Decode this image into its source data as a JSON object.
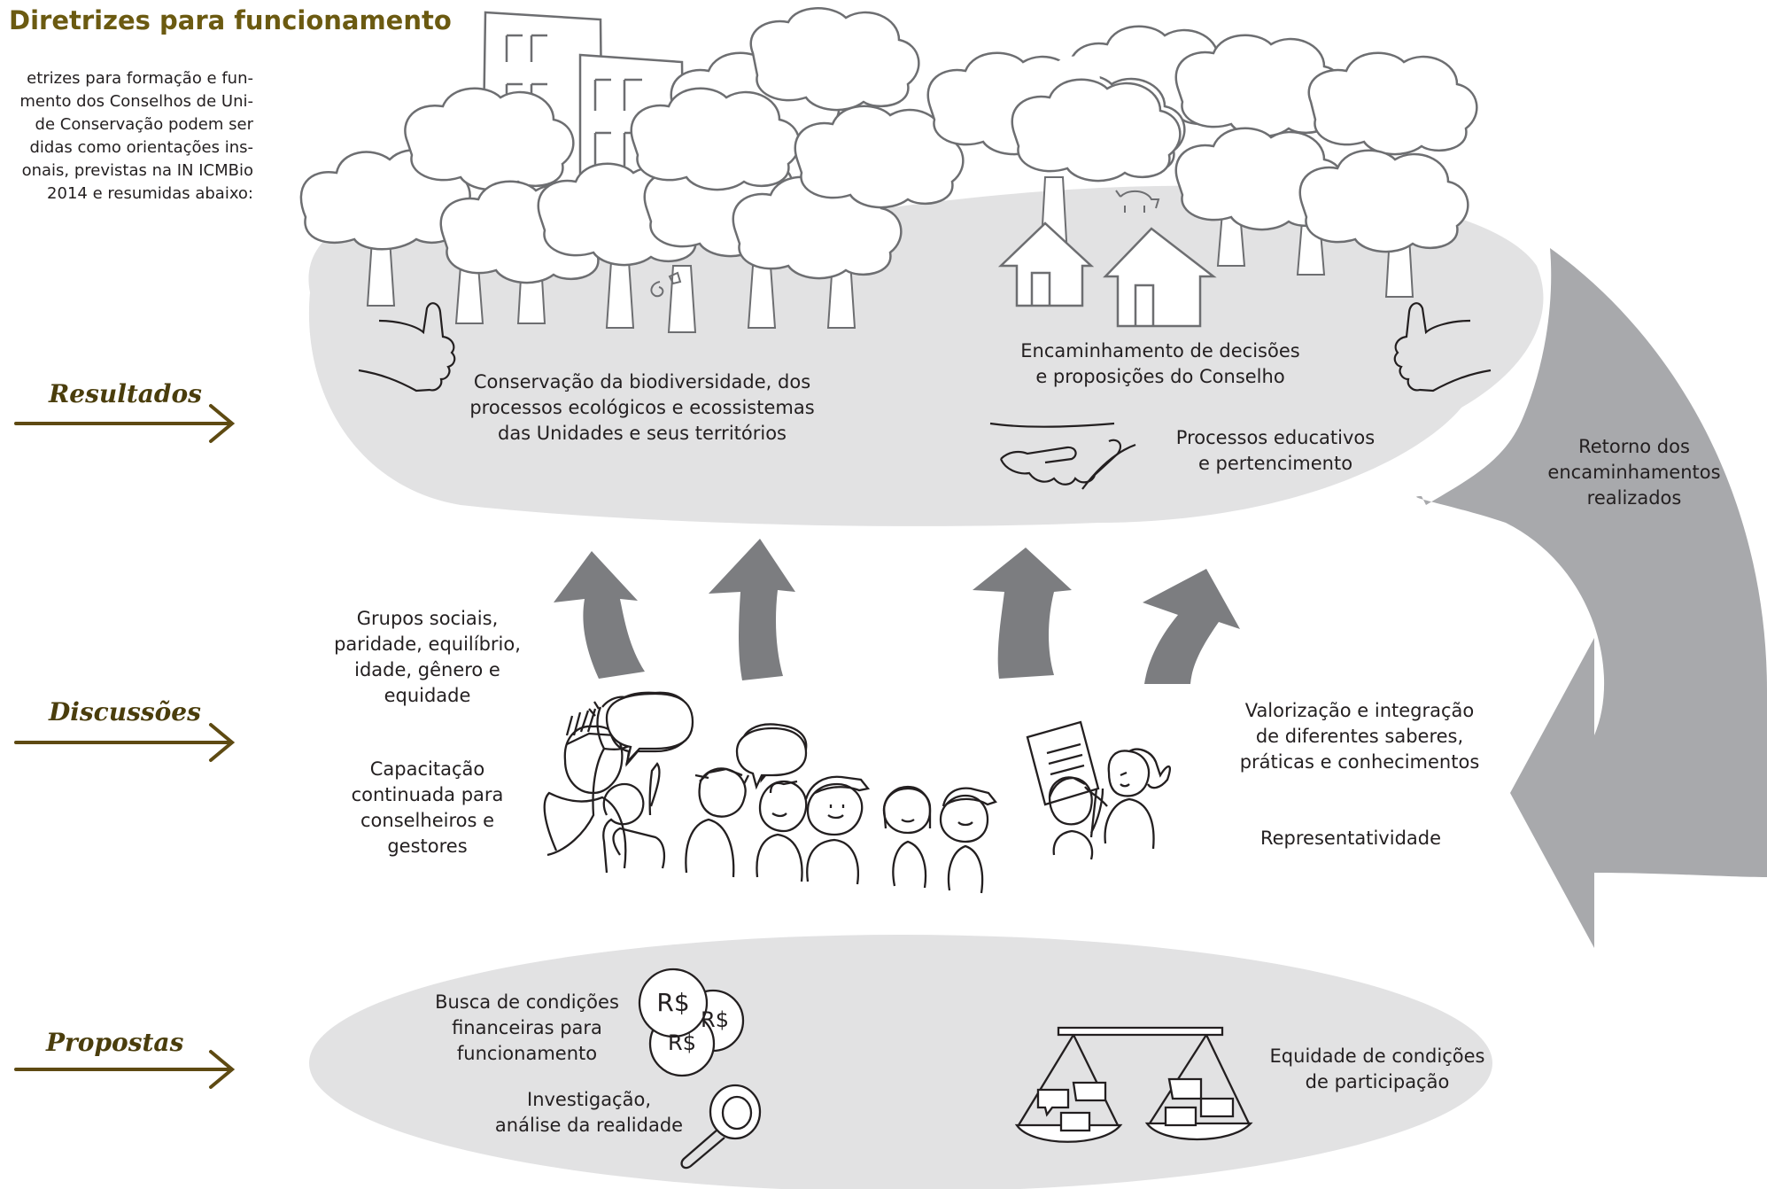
{
  "header": {
    "title": "Diretrizes para funcionamento",
    "intro_lines": [
      "etrizes para formação e fun-",
      "mento dos Conselhos de Uni-",
      "de Conservação podem ser",
      "didas como orientações ins-",
      "onais, previstas na IN ICMBio",
      "2014 e resumidas abaixo:"
    ]
  },
  "stages": {
    "resultados": "Resultados",
    "discussoes": "Discussões",
    "propostas": "Propostas"
  },
  "resultados": {
    "conservacao": [
      "Conservação da biodiversidade, dos",
      "processos ecológicos e ecossistemas",
      "das Unidades e seus territórios"
    ],
    "encaminhamento": [
      "Encaminhamento de decisões",
      "e proposições do Conselho"
    ],
    "processos": [
      "Processos educativos",
      "e pertencimento"
    ]
  },
  "retorno": [
    "Retorno dos",
    "encaminhamentos",
    "realizados"
  ],
  "discussoes": {
    "grupos": [
      "Grupos sociais,",
      "paridade, equilíbrio,",
      "idade, gênero e",
      "equidade"
    ],
    "capacitacao": [
      "Capacitação",
      "continuada para",
      "conselheiros e",
      "gestores"
    ],
    "valorizacao": [
      "Valorização e integração",
      "de diferentes saberes,",
      "práticas e conhecimentos"
    ],
    "representatividade": "Representatividade"
  },
  "propostas": {
    "busca": [
      "Busca de condições",
      "financeiras para",
      "funcionamento"
    ],
    "investigacao": [
      "Investigação,",
      "análise da realidade"
    ],
    "equidade": [
      "Equidade de condições",
      "de participação"
    ],
    "coin_labels": [
      "R$",
      "R$",
      "R$"
    ]
  },
  "colors": {
    "title": "#6b5a11",
    "stage_label": "#4a3d0c",
    "stage_arrow": "#5e4a12",
    "ellipse": "#e2e2e3",
    "big_arrow": "#a8a9ac",
    "up_arrow": "#7c7d80",
    "line": "#6d6e71"
  }
}
